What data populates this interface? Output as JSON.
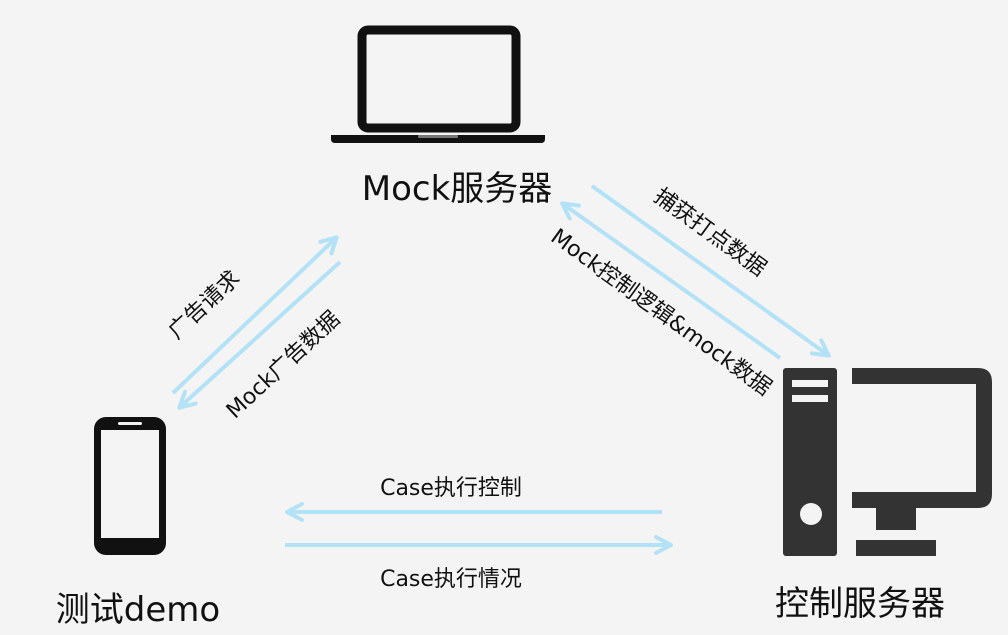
{
  "nodes": {
    "mock_server": {
      "label": "Mock服务器",
      "icon": "laptop-icon"
    },
    "test_demo": {
      "label": "测试demo",
      "icon": "smartphone-icon"
    },
    "control_server": {
      "label": "控制服务器",
      "icon": "desktop-computer-icon"
    }
  },
  "edges": {
    "ad_request": "广告请求",
    "mock_ad_data": "Mock广告数据",
    "capture_tracking": "捕获打点数据",
    "mock_control": "Mock控制逻辑&mock数据",
    "case_control": "Case执行控制",
    "case_status": "Case执行情况"
  },
  "colors": {
    "arrow": "#b3e2f6",
    "icon": "#111111",
    "desktop_icon": "#333333",
    "background": "#f4f4f4"
  }
}
